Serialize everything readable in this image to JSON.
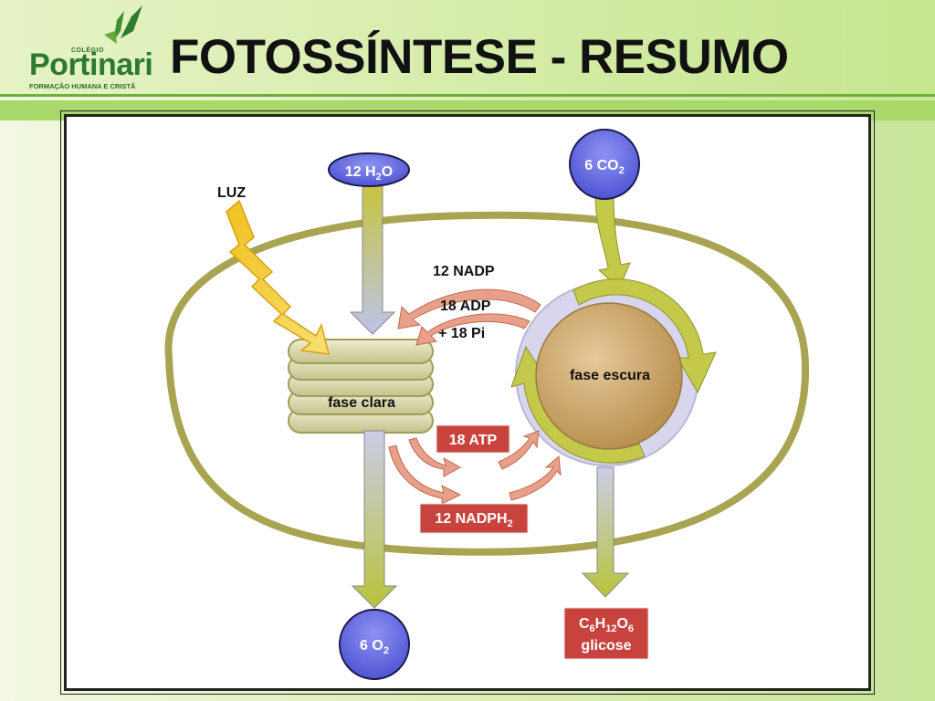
{
  "header": {
    "title": "FOTOSSÍNTESE - RESUMO",
    "logo": {
      "school": "COLÉGIO",
      "name": "Portinari",
      "motto": "FORMAÇÃO HUMANA E CRISTÃ"
    }
  },
  "diagram": {
    "light_label": "LUZ",
    "water": {
      "coef": "12 H",
      "sub": "2",
      "rest": "O"
    },
    "co2": {
      "text": "6 CO",
      "sub": "2"
    },
    "o2": {
      "text": "6 O",
      "sub": "2"
    },
    "nadp": "12 NADP",
    "adp": "18 ADP",
    "pi": "+ 18 Pi",
    "atp": "18 ATP",
    "nadph": {
      "text": "12 NADPH",
      "sub": "2"
    },
    "light_phase": "fase clara",
    "dark_phase": "fase escura",
    "glucose": {
      "c": "C",
      "c_sub": "6",
      "h": "H",
      "h_sub": "12",
      "o": "O",
      "o_sub": "6",
      "name": "glicose"
    }
  },
  "colors": {
    "membrane": "#a9a452",
    "node_fill": "#5a5ee0",
    "label_box": "#c8433e",
    "green_arrow": "#c4c94a",
    "stroma": "#c9a469"
  }
}
